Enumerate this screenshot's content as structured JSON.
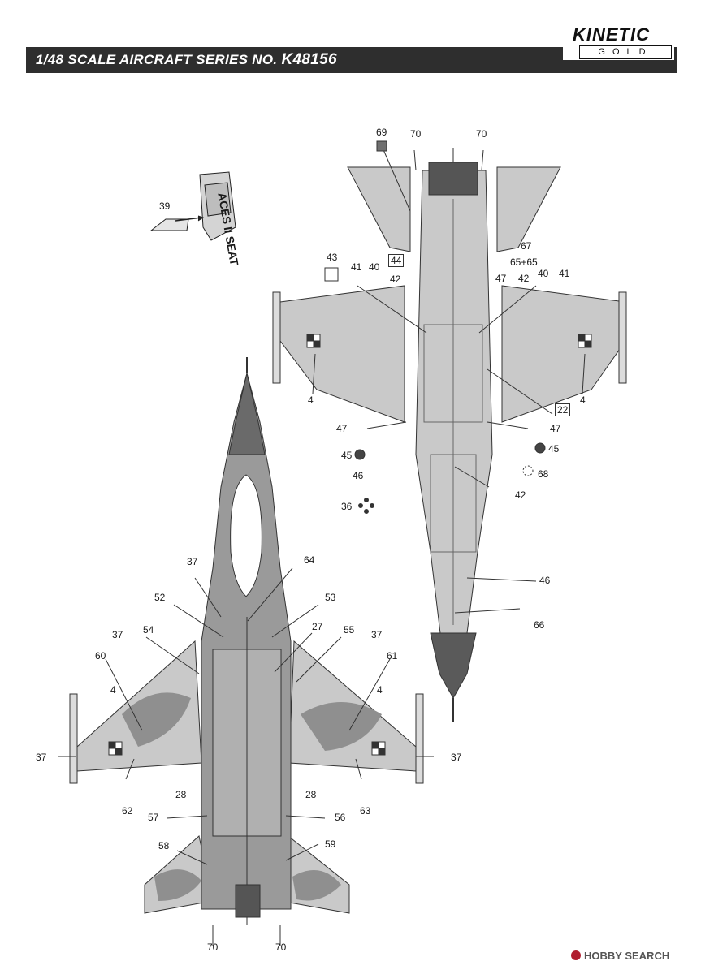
{
  "header": {
    "title": "1/48 SCALE  AIRCRAFT  SERIES NO.",
    "series_no": "K48156",
    "brand": "KINETIC",
    "brand_sub": "GOLD"
  },
  "seat": {
    "title": "ACES II SEAT",
    "callout": "39"
  },
  "underside_callouts": {
    "c69": "69",
    "c70a": "70",
    "c70b": "70",
    "c67": "67",
    "c43": "43",
    "c41a": "41",
    "c40a": "40",
    "c44": "44",
    "c42a": "42",
    "c6565": "65+65",
    "c47a": "47",
    "c42b": "42",
    "c40b": "40",
    "c41b": "41",
    "c4a": "4",
    "c4b": "4",
    "c22": "22",
    "c47b": "47",
    "c47c": "47",
    "c45a": "45",
    "c45b": "45",
    "c46a": "46",
    "c68": "68",
    "c36": "36",
    "c42c": "42",
    "c46b": "46",
    "c66": "66"
  },
  "topside_callouts": {
    "c37a": "37",
    "c64": "64",
    "c52": "52",
    "c53": "53",
    "c37b": "37",
    "c54": "54",
    "c27": "27",
    "c55": "55",
    "c37c": "37",
    "c60": "60",
    "c61": "61",
    "c4c": "4",
    "c4d": "4",
    "c37d": "37",
    "c37e": "37",
    "c62": "62",
    "c63": "63",
    "c28a": "28",
    "c28b": "28",
    "c57": "57",
    "c56": "56",
    "c58": "58",
    "c59": "59",
    "c70c": "70",
    "c70d": "70"
  },
  "footer": {
    "watermark": "HOBBY SEARCH"
  },
  "colors": {
    "header_bg": "#2e2e2e",
    "aircraft_grey": "#c9c9c9",
    "camo_dark": "#8f8f8f",
    "nose_dark": "#5a5a5a"
  }
}
